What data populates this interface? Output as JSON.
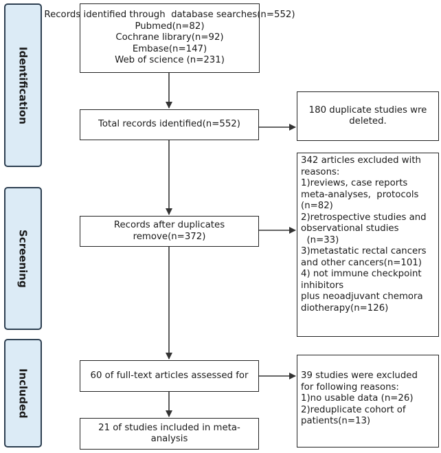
{
  "phases": {
    "identification": "Identification",
    "screening": "Screening",
    "included": "Included"
  },
  "boxes": {
    "records_identified": [
      "Records identified through  database searches(n=552)",
      "Pubmed(n=82)",
      "Cochrane library(n=92)",
      "Embase(n=147)",
      "Web of science (n=231)"
    ],
    "total_records": [
      "Total records identified(n=552)"
    ],
    "duplicates_deleted": [
      "180 duplicate studies wre",
      "deleted."
    ],
    "after_duplicates": [
      "Records after duplicates",
      "remove(n=372)"
    ],
    "excluded_342": [
      "342 articles excluded with",
      "reasons:",
      "1)reviews, case reports",
      "meta-analyses,  protocols",
      "(n=82)",
      "2)retrospective studies and",
      "observational studies",
      "  (n=33)",
      "3)metastatic rectal cancers",
      "and other cancers(n=101)",
      "4) not immune checkpoint",
      "inhibitors",
      "plus neoadjuvant chemora",
      "diotherapy(n=126)"
    ],
    "fulltext_assessed": [
      "60 of full-text articles assessed for"
    ],
    "excluded_39": [
      "39 studies were excluded",
      "for following reasons:",
      "1)no usable data (n=26)",
      "2)reduplicate cohort of",
      "patients(n=13)"
    ],
    "included_studies": [
      "21 of studies included in meta-",
      "analysis"
    ]
  },
  "colors": {
    "phase_fill": "#dcebf6",
    "phase_border": "#2c3e50",
    "box_border": "#222222",
    "arrow": "#333333"
  }
}
